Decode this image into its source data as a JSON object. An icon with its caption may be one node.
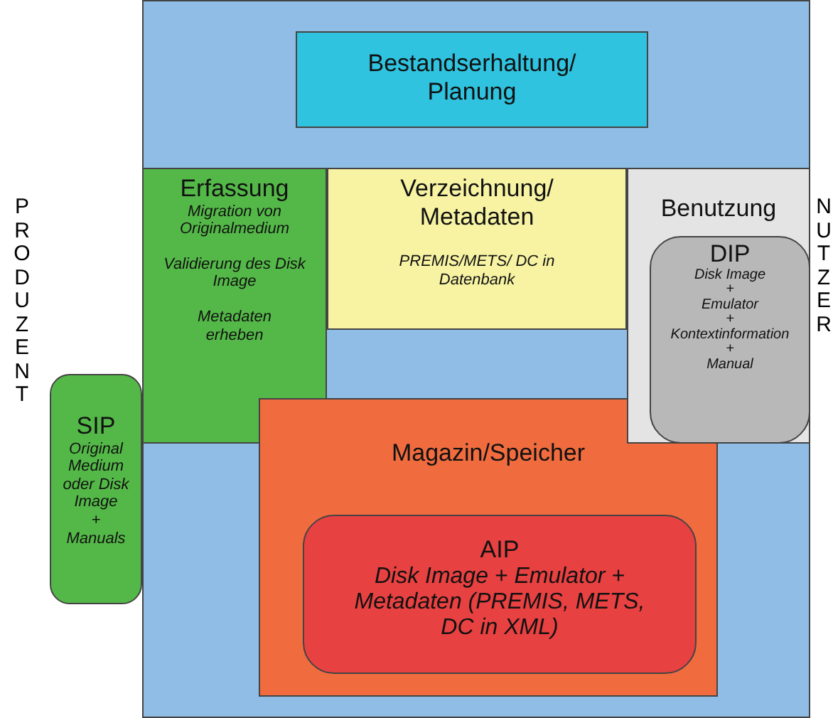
{
  "diagram": {
    "nodes": [
      {
        "text": [],
        "shape": "box"
      },
      {
        "text": [
          "Bestandserhaltung/ Planung"
        ],
        "in": 0
      },
      {
        "text": [
          "Erfassung",
          "Migration von Originalmedium",
          "Validierung des Disk Image",
          "Metadaten erheben"
        ],
        "in": 0
      },
      {
        "text": [
          "Verzeichnung/ Metadaten",
          "PREMIS/METS/ DC in Datenbank"
        ],
        "in": 0
      },
      {
        "text": [
          "Benutzung"
        ],
        "in": 0
      },
      {
        "text": [
          "DIP",
          "Disk Image",
          "+",
          "Emulator",
          "+",
          "Kontextinformation",
          "+",
          "Manual"
        ],
        "in": 4
      },
      {
        "text": [
          "Magazin/Speicher"
        ],
        "in": 0
      },
      {
        "text": [
          "AIP",
          "Disk Image + Emulator + Metadaten (PREMIS, METS, DC in XML)"
        ],
        "in": 6
      },
      {
        "text": [
          "SIP",
          "Original Medium oder Disk Image",
          "+",
          "Manuals"
        ]
      }
    ],
    "labels": [
      "PRODUZENT",
      "NUTZER"
    ]
  }
}
